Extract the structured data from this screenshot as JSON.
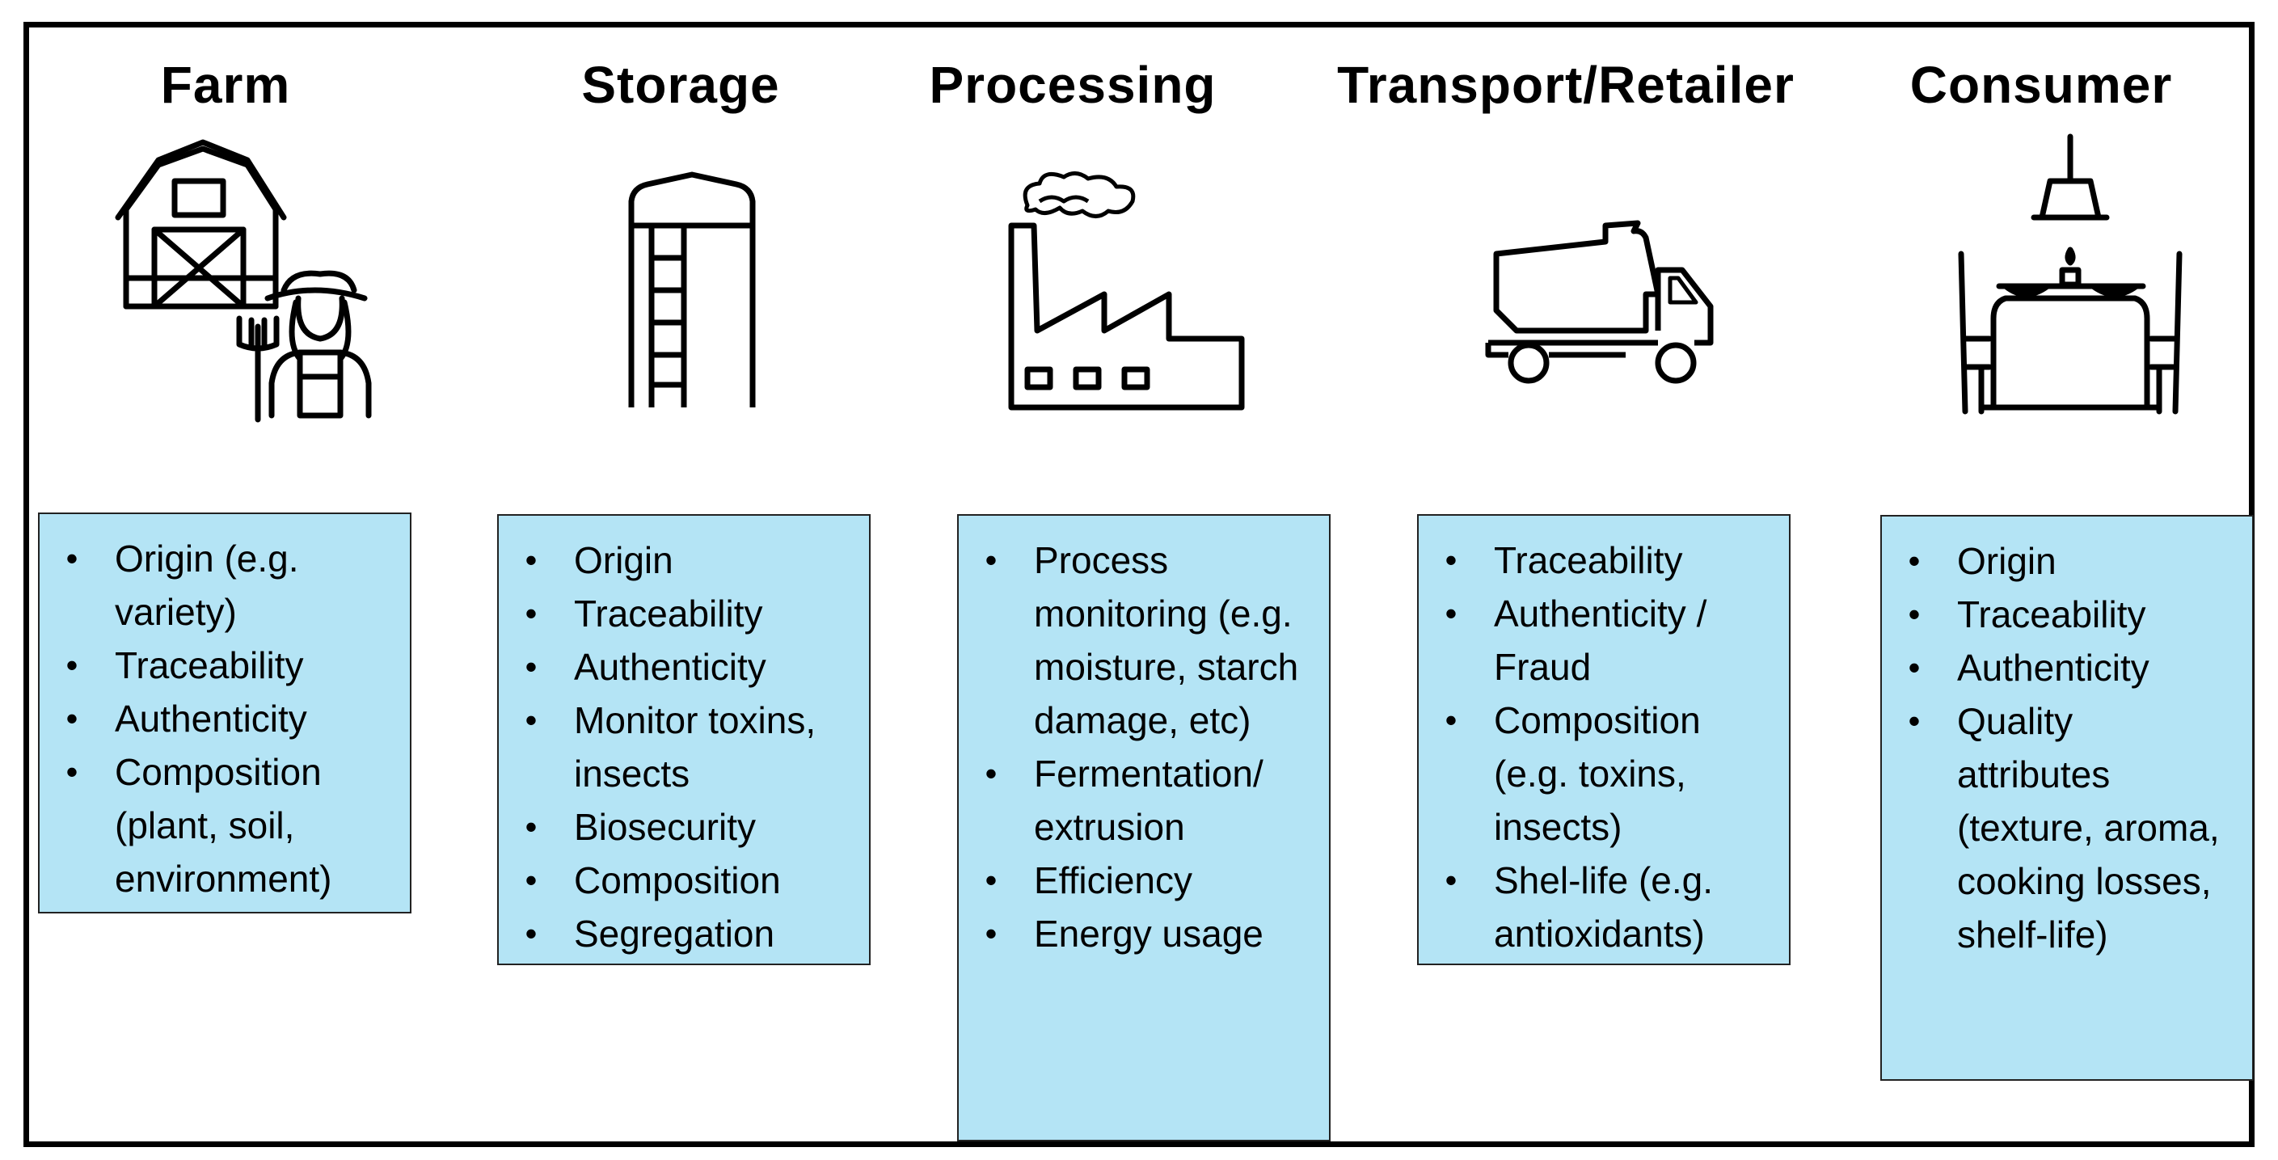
{
  "stages": [
    {
      "id": "farm",
      "title": "Farm",
      "icon": "farm-barn-farmer-icon",
      "items": [
        "Origin (e.g. variety)",
        "Traceability",
        "Authenticity",
        "Composition (plant, soil, environment)"
      ]
    },
    {
      "id": "storage",
      "title": "Storage",
      "icon": "grain-silo-icon",
      "items": [
        "Origin",
        "Traceability",
        "Authenticity",
        "Monitor toxins, insects",
        "Biosecurity",
        "Composition",
        "Segregation"
      ]
    },
    {
      "id": "processing",
      "title": "Processing",
      "icon": "factory-icon",
      "items": [
        "Process monitoring (e.g. moisture, starch damage, etc)",
        "Fermentation/ extrusion",
        "Efficiency",
        "Energy usage"
      ]
    },
    {
      "id": "transport",
      "title": "Transport/Retailer",
      "icon": "dump-truck-icon",
      "items": [
        "Traceability",
        "Authenticity / Fraud",
        "Composition (e.g. toxins, insects)",
        "Shel-life (e.g. antioxidants)"
      ]
    },
    {
      "id": "consumer",
      "title": "Consumer",
      "icon": "dining-table-icon",
      "items": [
        "Origin",
        "Traceability",
        "Authenticity",
        "Quality attributes (texture, aroma, cooking losses, shelf-life)"
      ]
    }
  ],
  "colors": {
    "box_fill": "#b4e4f5",
    "border": "#000000"
  }
}
